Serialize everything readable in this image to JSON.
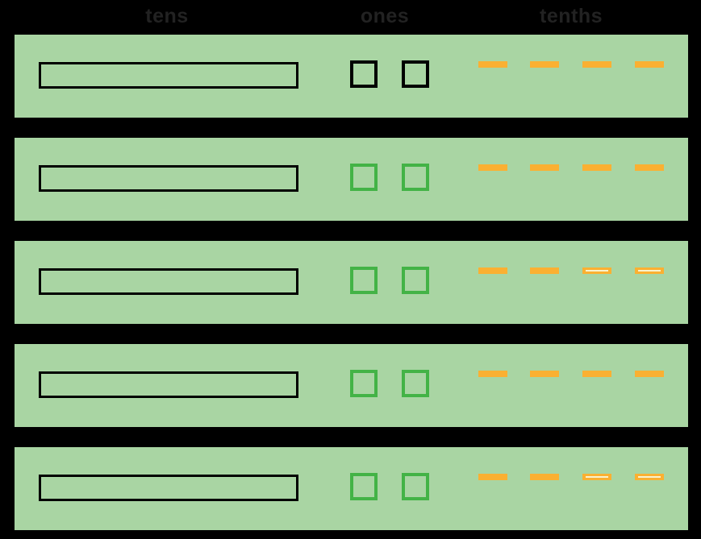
{
  "columns": [
    {
      "label": "tens"
    },
    {
      "label": "ones"
    },
    {
      "label": "tenths"
    }
  ],
  "colors": {
    "page_bg": "#000000",
    "row_bg": "#A9D5A3",
    "rod_outline": "#000000",
    "unit_black": "#000000",
    "unit_green": "#43B346",
    "dash_orange": "#FAB032",
    "dash_stripe": "#FAF2CC",
    "header_text": "#222222"
  },
  "rows": [
    {
      "tens_rods": 1,
      "ones_units": 2,
      "unit_outline": "black",
      "tenths_dashes": 4,
      "dash_styles": [
        "solid",
        "solid",
        "solid",
        "solid"
      ]
    },
    {
      "tens_rods": 1,
      "ones_units": 2,
      "unit_outline": "green",
      "tenths_dashes": 4,
      "dash_styles": [
        "solid",
        "solid",
        "solid",
        "solid"
      ]
    },
    {
      "tens_rods": 1,
      "ones_units": 2,
      "unit_outline": "green",
      "tenths_dashes": 4,
      "dash_styles": [
        "solid",
        "solid",
        "striped",
        "striped"
      ]
    },
    {
      "tens_rods": 1,
      "ones_units": 2,
      "unit_outline": "green",
      "tenths_dashes": 4,
      "dash_styles": [
        "solid",
        "solid",
        "solid",
        "solid"
      ]
    },
    {
      "tens_rods": 1,
      "ones_units": 2,
      "unit_outline": "green",
      "tenths_dashes": 4,
      "dash_styles": [
        "solid",
        "solid",
        "striped",
        "striped"
      ]
    }
  ]
}
